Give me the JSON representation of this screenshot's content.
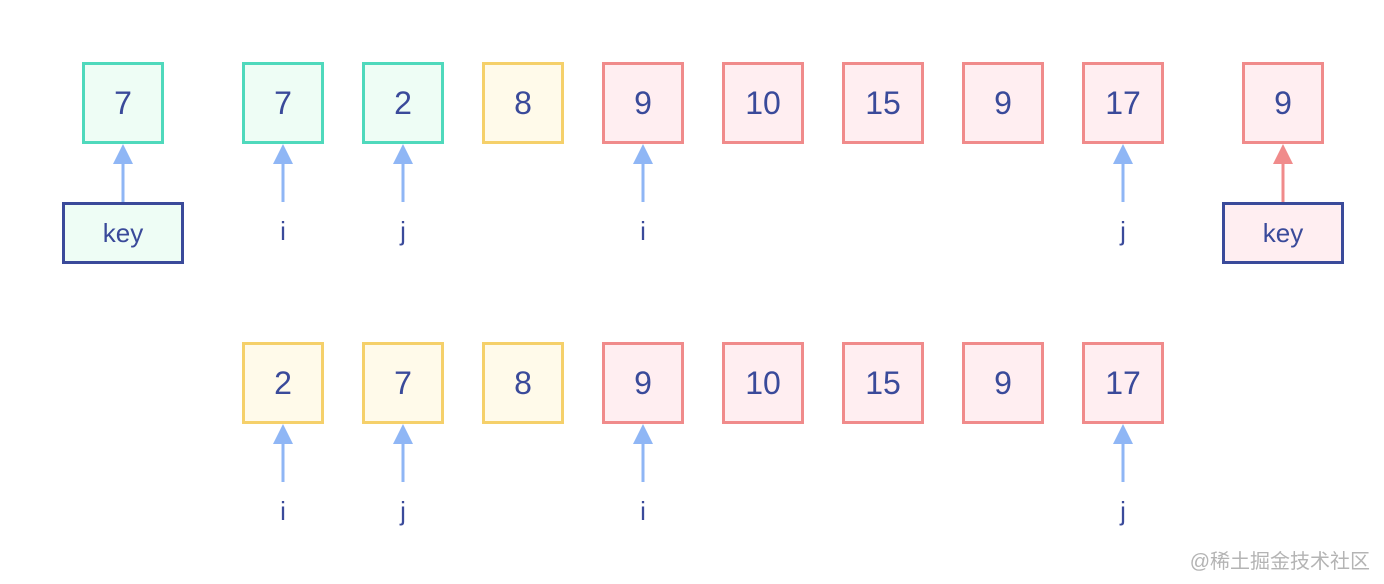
{
  "top_row": {
    "key_left": {
      "value": "7",
      "label": "key"
    },
    "cells": [
      {
        "value": "7",
        "color": "green"
      },
      {
        "value": "2",
        "color": "green"
      },
      {
        "value": "8",
        "color": "yellow"
      },
      {
        "value": "9",
        "color": "red"
      },
      {
        "value": "10",
        "color": "red"
      },
      {
        "value": "15",
        "color": "red"
      },
      {
        "value": "9",
        "color": "red"
      },
      {
        "value": "17",
        "color": "red"
      }
    ],
    "pointers": [
      {
        "label": "i",
        "cell": 0
      },
      {
        "label": "j",
        "cell": 1
      },
      {
        "label": "i",
        "cell": 3
      },
      {
        "label": "j",
        "cell": 7
      }
    ],
    "key_right": {
      "value": "9",
      "label": "key"
    }
  },
  "bottom_row": {
    "cells": [
      {
        "value": "2",
        "color": "yellow"
      },
      {
        "value": "7",
        "color": "yellow"
      },
      {
        "value": "8",
        "color": "yellow"
      },
      {
        "value": "9",
        "color": "red"
      },
      {
        "value": "10",
        "color": "red"
      },
      {
        "value": "15",
        "color": "red"
      },
      {
        "value": "9",
        "color": "red"
      },
      {
        "value": "17",
        "color": "red"
      }
    ],
    "pointers": [
      {
        "label": "i",
        "cell": 0
      },
      {
        "label": "j",
        "cell": 1
      },
      {
        "label": "i",
        "cell": 3
      },
      {
        "label": "j",
        "cell": 7
      }
    ]
  },
  "colors": {
    "green_border": "#4fd9bc",
    "yellow_border": "#f5d06a",
    "red_border": "#f08b8b",
    "pointer_arrow": "#8fb6f5",
    "key_arrow_right": "#f08b8b",
    "text": "#3a4a9a"
  },
  "watermark": "@稀土掘金技术社区"
}
